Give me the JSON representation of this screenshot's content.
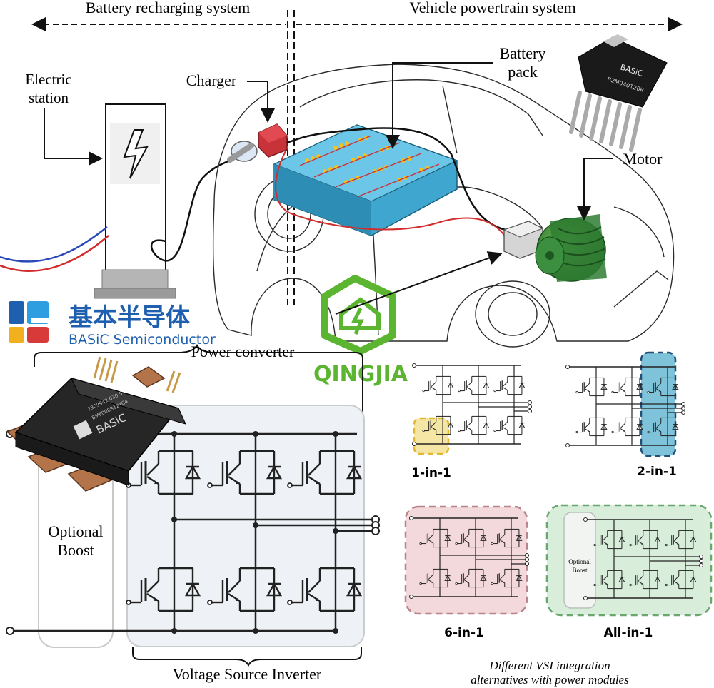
{
  "header": {
    "left_label": "Battery recharging system",
    "right_label": "Vehicle powertrain system"
  },
  "labels": {
    "electric_station_1": "Electric",
    "electric_station_2": "station",
    "charger": "Charger",
    "battery_pack_1": "Battery",
    "battery_pack_2": "pack",
    "motor": "Motor",
    "power_converter": "Power converter",
    "optional_boost_1": "Optional",
    "optional_boost_2": "Boost",
    "vsi": "Voltage Source Inverter",
    "caption_1": "Different VSI integration",
    "caption_2": "alternatives with power modules"
  },
  "brand": {
    "cn_name": "基本半导体",
    "en_name": "BASiC Semiconductor",
    "chip_text_1": "BASiC",
    "chip_text_2": "B2M040120R",
    "module_text_1": "BASiC",
    "module_text_2": "BMF008R12YC4",
    "module_text_3": "2309942 030 5",
    "watermark": "QINGJIA"
  },
  "variants": [
    {
      "label": "1-in-1"
    },
    {
      "label": "2-in-1"
    },
    {
      "label": "6-in-1"
    },
    {
      "label": "All-in-1",
      "inner_1": "Optional",
      "inner_2": "Boost"
    }
  ],
  "colors": {
    "highlight_1in1": "#f5e6a6",
    "highlight_2in1": "#7ec3d9",
    "highlight_6in1": "#f3d9dc",
    "highlight_allin1": "#d8eedb",
    "battery": "#3fa6cf",
    "motor": "#2f7d32",
    "charger": "#c8333a",
    "watermark": "#5cb531",
    "logo_blue": "#1f5fb0"
  }
}
